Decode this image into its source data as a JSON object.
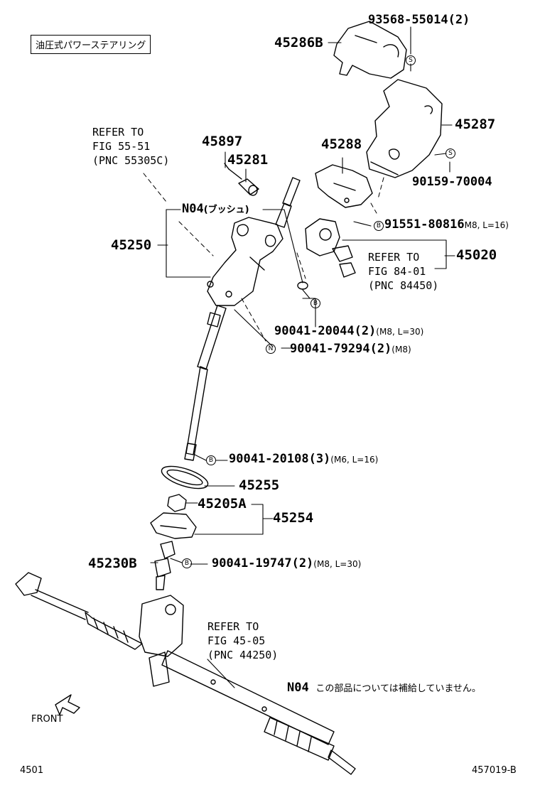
{
  "header": {
    "title_jp": "油圧式パワーステアリング"
  },
  "symbols": {
    "S": "S",
    "B": "B",
    "N": "N"
  },
  "parts": {
    "p45286b": "45286B",
    "p93568": "93568-55014(2)",
    "p45287": "45287",
    "p45288": "45288",
    "p90159": "90159-70004",
    "p45897": "45897",
    "p45281": "45281",
    "p91551": "91551-80816",
    "p91551_spec": "M8, L=16)",
    "pN04": "N04",
    "pN04_jp": "(ブッシュ)",
    "p45250": "45250",
    "p45020": "45020",
    "p90041_20044": "90041-20044(2)",
    "p90041_20044_spec": "(M8, L=30)",
    "p90041_79294": "90041-79294(2)",
    "p90041_79294_spec": "(M8)",
    "p90041_20108": "90041-20108(3)",
    "p90041_20108_spec": "(M6, L=16)",
    "p45255": "45255",
    "p45205a": "45205A",
    "p45254": "45254",
    "p45230b": "45230B",
    "p90041_19747": "90041-19747(2)",
    "p90041_19747_spec": "(M8, L=30)"
  },
  "refs": {
    "ref1": "REFER TO\nFIG 55-51\n(PNC 55305C)",
    "ref2": "REFER TO\nFIG 84-01\n(PNC 84450)",
    "ref3": "REFER TO\nFIG 45-05\n(PNC 44250)"
  },
  "note": {
    "code": "N04",
    "text": "この部品については補給していません。"
  },
  "footer": {
    "front": "FRONT",
    "left_code": "4501",
    "right_code": "457019-B"
  }
}
